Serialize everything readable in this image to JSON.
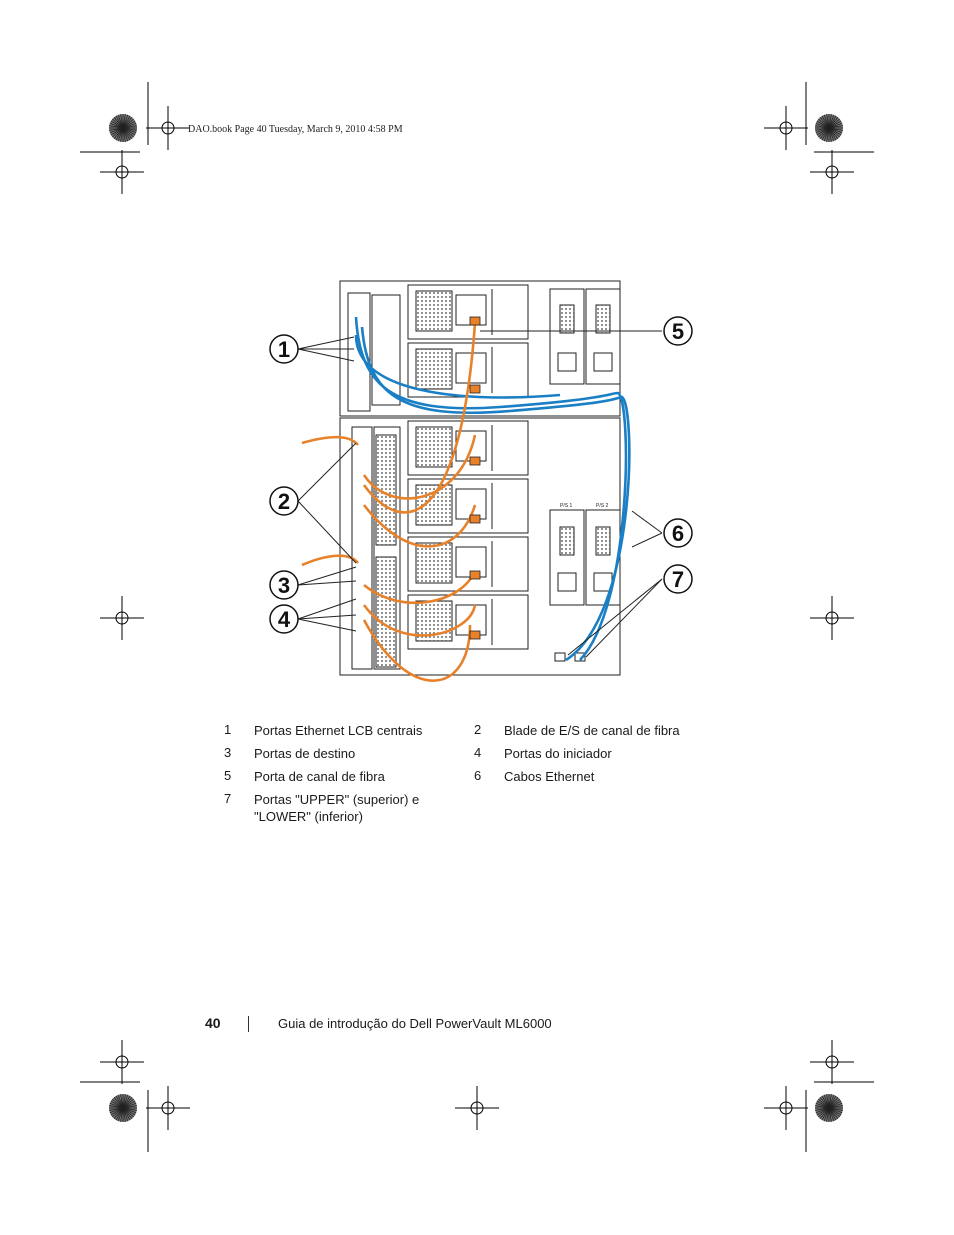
{
  "header": {
    "text": "DAO.book  Page 40  Tuesday, March 9, 2010  4:58 PM"
  },
  "figure": {
    "callouts": [
      "1",
      "2",
      "3",
      "4",
      "5",
      "6",
      "7"
    ],
    "psu_labels": [
      "P/S 1",
      "P/S 2"
    ]
  },
  "legend": [
    {
      "num": "1",
      "text": "Portas Ethernet LCB centrais"
    },
    {
      "num": "2",
      "text": "Blade de E/S de canal de fibra"
    },
    {
      "num": "3",
      "text": "Portas de destino"
    },
    {
      "num": "4",
      "text": "Portas do iniciador"
    },
    {
      "num": "5",
      "text": "Porta de canal de fibra"
    },
    {
      "num": "6",
      "text": "Cabos Ethernet"
    },
    {
      "num": "7",
      "text": "Portas \"UPPER\" (superior) e \"LOWER\" (inferior)"
    }
  ],
  "footer": {
    "page_number": "40",
    "title": "Guia de introdução do Dell PowerVault ML6000"
  },
  "colors": {
    "fibre_cable": "#e8822a",
    "ethernet_cable": "#1a7fc4",
    "line": "#222222"
  }
}
